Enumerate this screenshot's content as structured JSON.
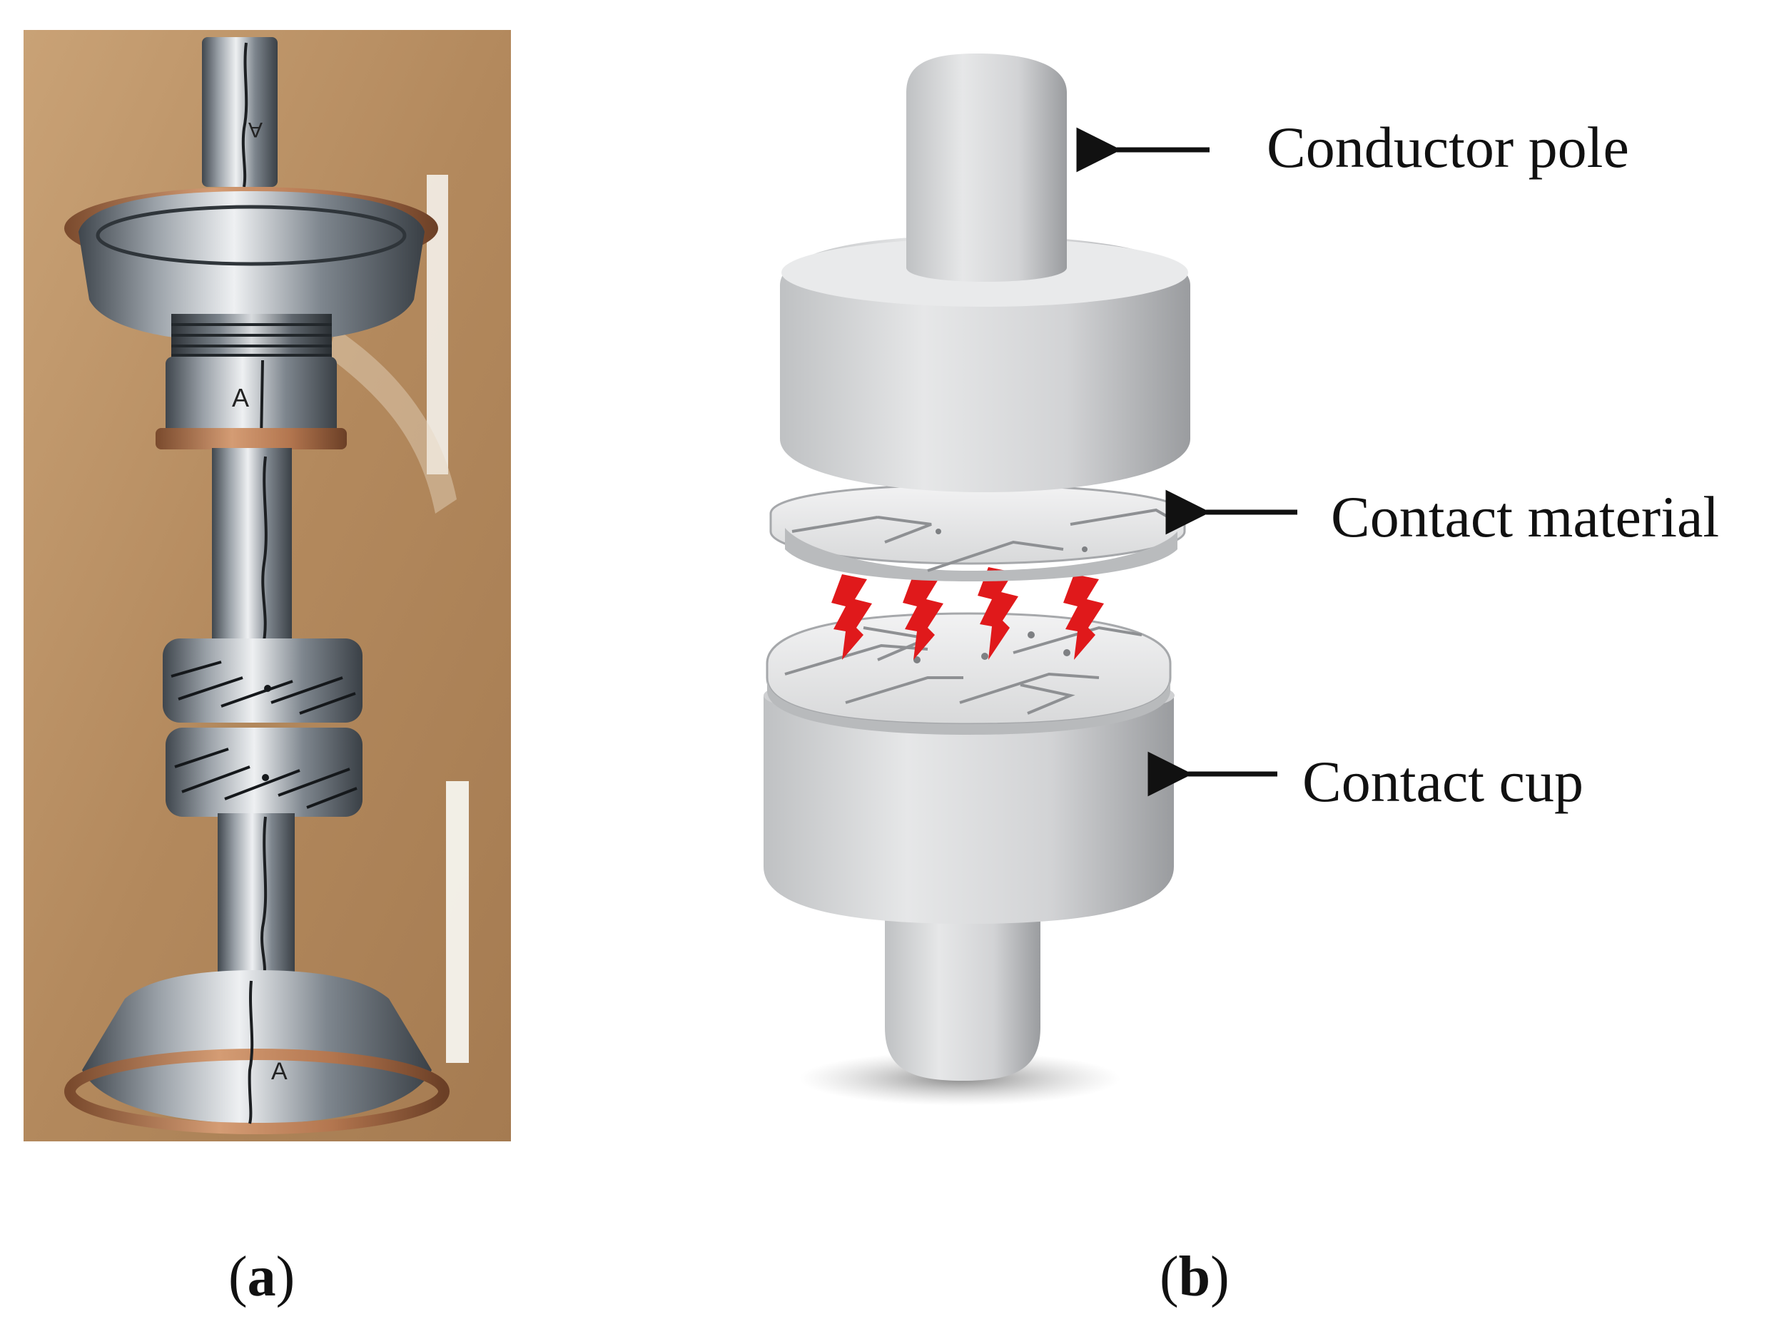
{
  "panels": [
    {
      "id": "a",
      "label_open": "(",
      "label_letter": "a",
      "label_close": ")"
    },
    {
      "id": "b",
      "label_open": "(",
      "label_letter": "b",
      "label_close": ")"
    }
  ],
  "photo": {
    "markings": [
      "A",
      "A",
      "A"
    ]
  },
  "callouts": [
    {
      "text": "Conductor pole"
    },
    {
      "text": "Contact material"
    },
    {
      "text": "Contact cup"
    }
  ],
  "colors": {
    "background": "#ffffff",
    "wood": "#b88f62",
    "steel": "#c9cdd2",
    "copper": "#b97a55",
    "model": "#d9dadb",
    "arc": "#e0191b",
    "arrow": "#111111"
  }
}
